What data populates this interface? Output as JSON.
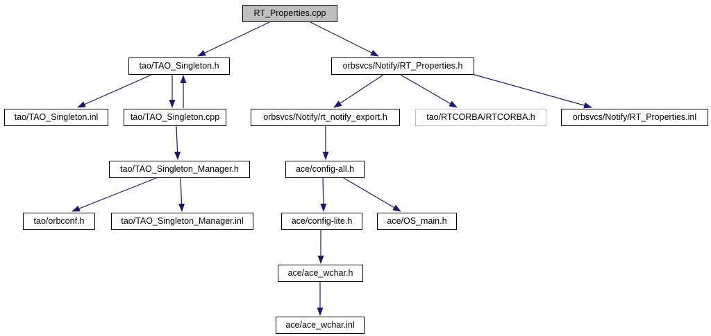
{
  "diagram": {
    "kind": "include-dependency-graph",
    "colors": {
      "background": "#ffffff",
      "edge": "#191970",
      "node_border": "#000000",
      "node_fill": "#ffffff",
      "root_node_fill": "#bfbfbf",
      "external_node_border": "#c0c0c0",
      "text": "#000000"
    },
    "nodes": [
      {
        "id": "rt_properties_cpp",
        "label": "RT_Properties.cpp",
        "style": "root"
      },
      {
        "id": "tao_singleton_h",
        "label": "tao/TAO_Singleton.h",
        "style": "default"
      },
      {
        "id": "notify_rt_properties_h",
        "label": "orbsvcs/Notify/RT_Properties.h",
        "style": "default"
      },
      {
        "id": "tao_singleton_inl",
        "label": "tao/TAO_Singleton.inl",
        "style": "default"
      },
      {
        "id": "tao_singleton_cpp",
        "label": "tao/TAO_Singleton.cpp",
        "style": "default"
      },
      {
        "id": "rt_notify_export_h",
        "label": "orbsvcs/Notify/rt_notify_export.h",
        "style": "default"
      },
      {
        "id": "rtcorba_h",
        "label": "tao/RTCORBA/RTCORBA.h",
        "style": "external"
      },
      {
        "id": "notify_rt_properties_inl",
        "label": "orbsvcs/Notify/RT_Properties.inl",
        "style": "default"
      },
      {
        "id": "tao_singleton_manager_h",
        "label": "tao/TAO_Singleton_Manager.h",
        "style": "default"
      },
      {
        "id": "ace_config_all_h",
        "label": "ace/config-all.h",
        "style": "default"
      },
      {
        "id": "tao_orbconf_h",
        "label": "tao/orbconf.h",
        "style": "default"
      },
      {
        "id": "tao_singleton_manager_inl",
        "label": "tao/TAO_Singleton_Manager.inl",
        "style": "default"
      },
      {
        "id": "ace_config_lite_h",
        "label": "ace/config-lite.h",
        "style": "default"
      },
      {
        "id": "ace_os_main_h",
        "label": "ace/OS_main.h",
        "style": "default"
      },
      {
        "id": "ace_ace_wchar_h",
        "label": "ace/ace_wchar.h",
        "style": "default"
      },
      {
        "id": "ace_ace_wchar_inl",
        "label": "ace/ace_wchar.inl",
        "style": "default"
      }
    ],
    "edges": [
      {
        "from": "rt_properties_cpp",
        "to": "tao_singleton_h"
      },
      {
        "from": "rt_properties_cpp",
        "to": "notify_rt_properties_h"
      },
      {
        "from": "tao_singleton_h",
        "to": "tao_singleton_inl"
      },
      {
        "from": "tao_singleton_h",
        "to": "tao_singleton_cpp"
      },
      {
        "from": "tao_singleton_cpp",
        "to": "tao_singleton_h"
      },
      {
        "from": "tao_singleton_cpp",
        "to": "tao_singleton_manager_h"
      },
      {
        "from": "tao_singleton_manager_h",
        "to": "tao_orbconf_h"
      },
      {
        "from": "tao_singleton_manager_h",
        "to": "tao_singleton_manager_inl"
      },
      {
        "from": "notify_rt_properties_h",
        "to": "rt_notify_export_h"
      },
      {
        "from": "notify_rt_properties_h",
        "to": "rtcorba_h"
      },
      {
        "from": "notify_rt_properties_h",
        "to": "notify_rt_properties_inl"
      },
      {
        "from": "rt_notify_export_h",
        "to": "ace_config_all_h"
      },
      {
        "from": "ace_config_all_h",
        "to": "ace_config_lite_h"
      },
      {
        "from": "ace_config_all_h",
        "to": "ace_os_main_h"
      },
      {
        "from": "ace_config_lite_h",
        "to": "ace_ace_wchar_h"
      },
      {
        "from": "ace_ace_wchar_h",
        "to": "ace_ace_wchar_inl"
      }
    ]
  }
}
